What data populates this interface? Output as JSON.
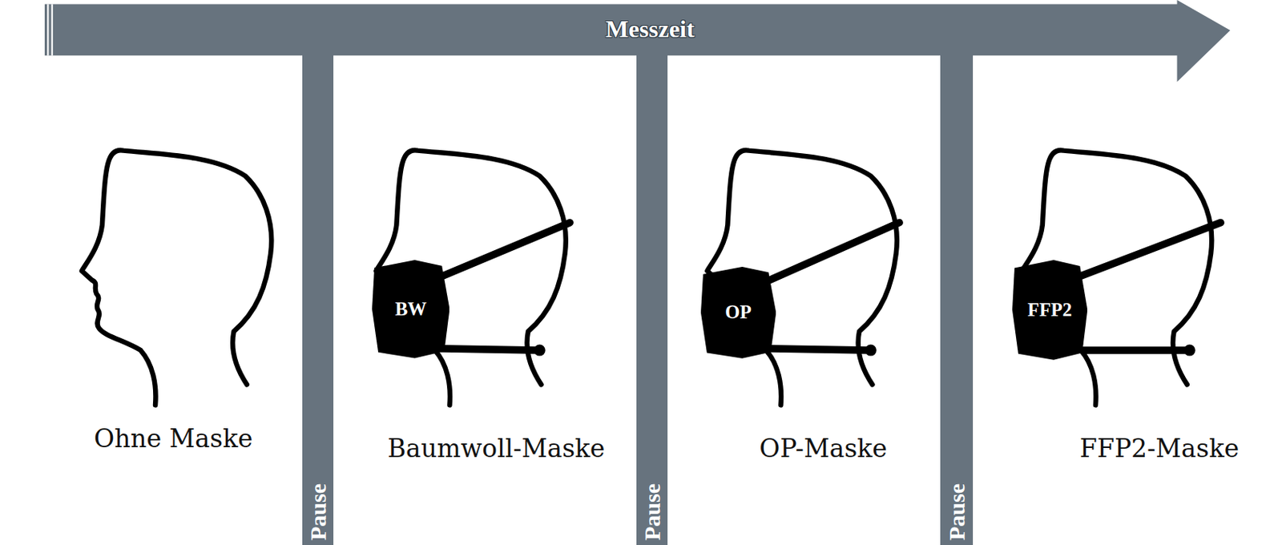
{
  "diagram": {
    "nodes": [
      {
        "text": [
          "Messzeit"
        ]
      },
      {
        "text": [
          "Pause"
        ]
      },
      {
        "text": [
          "BW"
        ]
      },
      {
        "text": [
          "Pause"
        ]
      },
      {
        "text": [
          "OP"
        ]
      },
      {
        "text": [
          "Pause"
        ]
      },
      {
        "text": [
          "FFP2"
        ]
      }
    ],
    "labels": [
      "Ohne Maske",
      "Baumwoll-Maske",
      "OP-Maske",
      "FFP2-Maske"
    ]
  }
}
